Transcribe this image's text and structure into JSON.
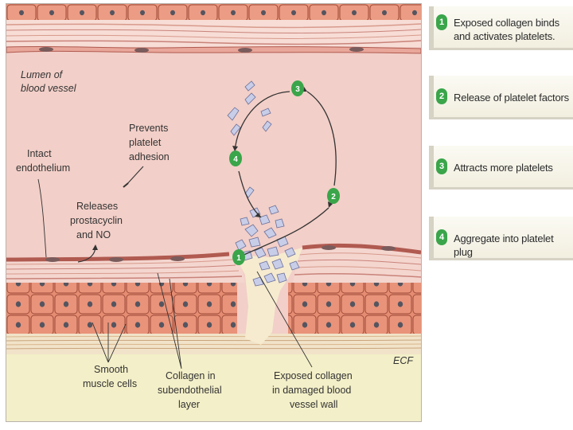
{
  "diagram": {
    "labels": {
      "lumen": [
        "Lumen of",
        "blood vessel"
      ],
      "intact_endothelium": [
        "Intact",
        "endothelium"
      ],
      "prevents": [
        "Prevents",
        "platelet",
        "adhesion"
      ],
      "releases": [
        "Releases",
        "prostacyclin",
        "and NO"
      ],
      "smooth_muscle": [
        "Smooth",
        "muscle cells"
      ],
      "collagen_layer": [
        "Collagen in",
        "subendothelial",
        "layer"
      ],
      "exposed_collagen": [
        "Exposed collagen",
        "in damaged blood",
        "vessel wall"
      ],
      "ecf": "ECF"
    },
    "cycle_badges": [
      "1",
      "2",
      "3",
      "4"
    ]
  },
  "steps": [
    {
      "number": "1",
      "text": "Exposed collagen binds and activates platelets."
    },
    {
      "number": "2",
      "text": "Release of platelet factors"
    },
    {
      "number": "3",
      "text": "Attracts more platelets"
    },
    {
      "number": "4",
      "text": "Aggregate into platelet plug"
    }
  ],
  "colors": {
    "step_badge_green": "#3aa54a",
    "lumen_pink": "#f2cfc8",
    "muscle_cell": "#e0826a",
    "ecf_yellow": "#f3efc8",
    "platelet": "#c8cde8"
  }
}
